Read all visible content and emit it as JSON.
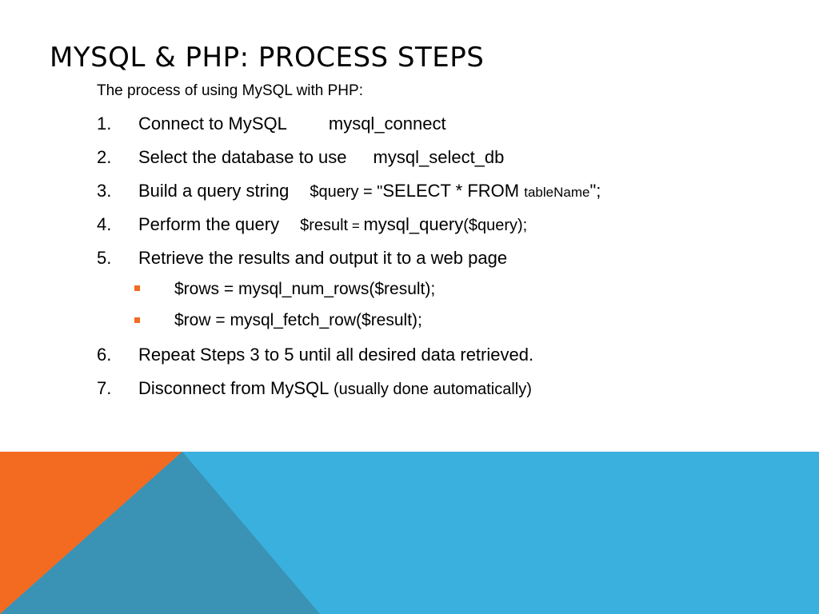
{
  "slide": {
    "title": "MYSQL & PHP: PROCESS STEPS",
    "intro": "The process of using MySQL with PHP:",
    "steps": [
      {
        "num": "1.",
        "label": "Connect to MySQL",
        "code": "mysql_connect"
      },
      {
        "num": "2.",
        "label": "Select the database to use",
        "code": "mysql_select_db"
      },
      {
        "num": "3.",
        "label": "Build a query string",
        "code_pre": "$query = \"",
        "code_kw": "SELECT * FROM",
        "code_tbl": "tableName",
        "code_post": "\";"
      },
      {
        "num": "4.",
        "label": "Perform the query",
        "code_pre": "$result",
        "code_eq": " = ",
        "code_fn": "mysql_query",
        "code_post": "($query);"
      },
      {
        "num": "5.",
        "label": "Retrieve the results and output it to a web page"
      },
      {
        "num": "6.",
        "label": "Repeat Steps 3 to 5 until all desired data retrieved."
      },
      {
        "num": "7.",
        "label": "Disconnect from MySQL",
        "note": " (usually done automatically)"
      }
    ],
    "substeps": [
      {
        "pre": "$rows = ",
        "fn": "mysql_num_rows",
        "post": "($result);"
      },
      {
        "pre": "$row = ",
        "fn": "mysql_fetch_row",
        "post": "($result);"
      }
    ]
  },
  "colors": {
    "accent_orange": "#f26b21",
    "accent_blue": "#3ab0de",
    "accent_steel": "#3a92b5",
    "bullet": "#f26b21"
  }
}
